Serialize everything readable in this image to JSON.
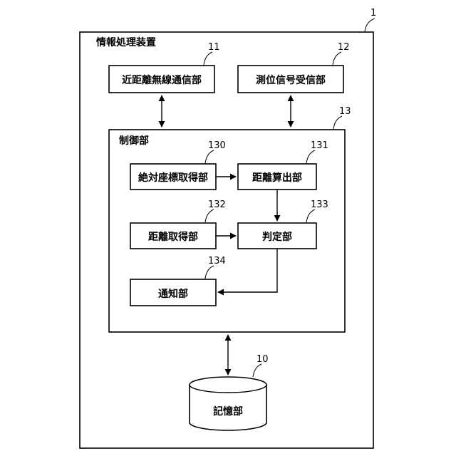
{
  "device": {
    "ref": "1",
    "label": "情報処理装置"
  },
  "short_range": {
    "ref": "11",
    "label": "近距離無線通信部"
  },
  "positioning": {
    "ref": "12",
    "label": "測位信号受信部"
  },
  "control": {
    "ref": "13",
    "label": "制御部"
  },
  "abs_coord": {
    "ref": "130",
    "label": "絶対座標取得部"
  },
  "dist_calc": {
    "ref": "131",
    "label": "距離算出部"
  },
  "dist_acq": {
    "ref": "132",
    "label": "距離取得部"
  },
  "judge": {
    "ref": "133",
    "label": "判定部"
  },
  "notify": {
    "ref": "134",
    "label": "通知部"
  },
  "storage": {
    "ref": "10",
    "label": "記憶部"
  }
}
